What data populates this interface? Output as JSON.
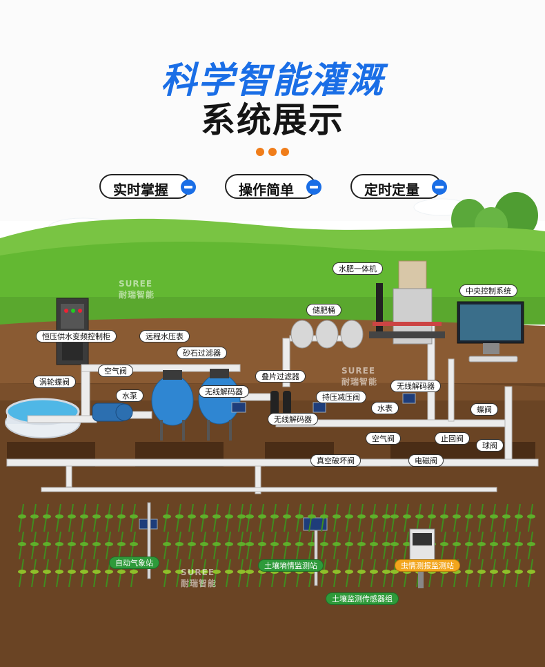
{
  "header": {
    "title_line1": "科学智能灌溉",
    "title_line2": "系统展示",
    "features": [
      "实时掌握",
      "操作简单",
      "定时定量"
    ]
  },
  "watermark": {
    "brand": "SUREE",
    "brand_cn": "耐瑞智能"
  },
  "labels": {
    "water_fertilizer_machine": "水肥一体机",
    "central_control": "中央控制系统",
    "fertilizer_tank": "储肥桶",
    "vfd_cabinet": "恒压供水变频控制柜",
    "remote_pressure_gauge": "远程水压表",
    "sand_filter": "砂石过滤器",
    "air_valve_1": "空气阀",
    "turbine_valve": "涡轮蝶阀",
    "water_pump": "水泵",
    "wireless_decoder_1": "无线解码器",
    "disc_filter": "叠片过滤器",
    "wireless_decoder_2": "无线解码器",
    "pressure_reducing_valve": "持压减压阀",
    "wireless_decoder_3": "无线解码器",
    "water_meter": "水表",
    "butterfly_valve": "蝶阀",
    "air_valve_2": "空气阀",
    "check_valve": "止回阀",
    "ball_valve": "球阀",
    "vacuum_breaker": "真空破坏阀",
    "solenoid_valve": "电磁阀",
    "weather_station": "自动气象站",
    "soil_moisture_station": "土壤墒情监测站",
    "pest_station": "虫情测报监测站",
    "soil_sensor_group": "土壤监测传感器组"
  },
  "colors": {
    "title_blue": "#1a6ee6",
    "accent_orange": "#f07d1a",
    "grass": "#63b832",
    "soil": "#6a4424",
    "pipe": "#ececec",
    "tank_blue": "#2f86d2"
  }
}
